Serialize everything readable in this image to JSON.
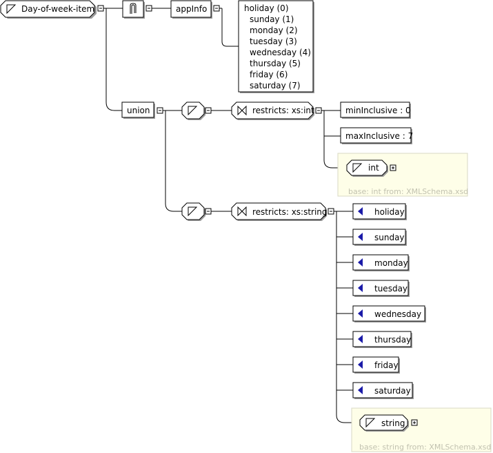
{
  "root": {
    "label": "Day-of-week-item"
  },
  "annotation": {
    "icon": "annotation-icon"
  },
  "appinfo": {
    "label": "appInfo",
    "lines": [
      "holiday (0)",
      "sunday (1)",
      "monday (2)",
      "tuesday (3)",
      "wednesday (4)",
      "thursday (5)",
      "friday (6)",
      "saturday (7)"
    ]
  },
  "union": {
    "label": "union"
  },
  "int_branch": {
    "restriction": "restricts: xs:int",
    "facets": [
      "minInclusive : 0",
      "maxInclusive : 7"
    ],
    "base_type": "int",
    "base_note": "base: int from: XMLSchema.xsd"
  },
  "string_branch": {
    "restriction": "restricts: xs:string",
    "enums": [
      "holiday",
      "sunday",
      "monday",
      "tuesday",
      "wednesday",
      "thursday",
      "friday",
      "saturday"
    ],
    "base_type": "string",
    "base_note": "base: string from: XMLSchema.xsd"
  }
}
